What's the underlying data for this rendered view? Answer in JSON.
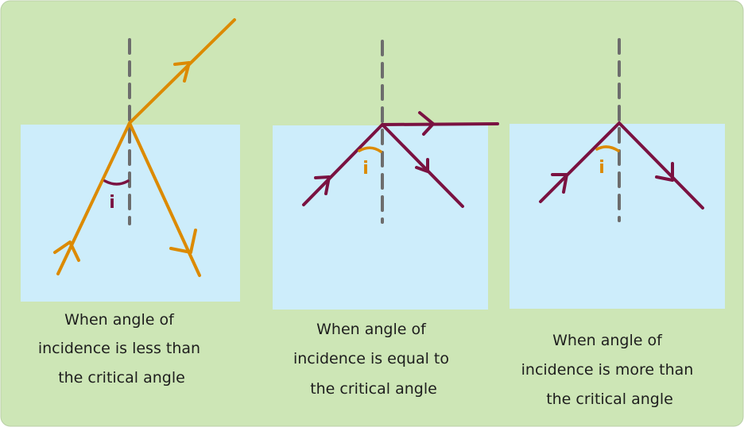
{
  "colors": {
    "background": "#cde6b6",
    "medium": "#cdedfb",
    "normal_line": "#6d6d6d",
    "orange_ray": "#dc8a00",
    "maroon_ray": "#7a1241"
  },
  "panels": [
    {
      "id": "less",
      "caption_lines": [
        "When angle of",
        "incidence is less than",
        "the critical angle"
      ],
      "angle_label": "i"
    },
    {
      "id": "equal",
      "caption_lines": [
        "When angle of",
        "incidence is equal to",
        "the critical angle"
      ],
      "angle_label": "i"
    },
    {
      "id": "more",
      "caption_lines": [
        "When angle of",
        "incidence is more than",
        "the critical angle"
      ],
      "angle_label": "i"
    }
  ]
}
